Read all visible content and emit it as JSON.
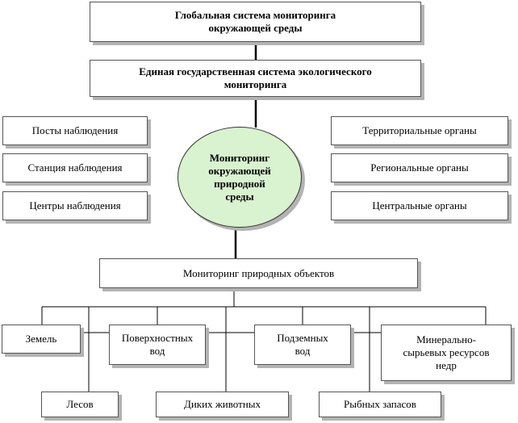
{
  "diagram": {
    "global_system": "Глобальная система мониторинга\nокружающей среды",
    "state_system": "Единая государственная система экологического\nмониторинга",
    "center": "Мониторинг\nокружающей\nприродной\nсреды",
    "left_items": [
      "Посты наблюдения",
      "Станция наблюдения",
      "Центры наблюдения"
    ],
    "right_items": [
      "Территориальные органы",
      "Региональные органы",
      "Центральные органы"
    ],
    "natural_objects": "Мониторинг природных объектов",
    "objects": {
      "land": "Земель",
      "surface_water": "Поверхностных\nвод",
      "ground_water": "Подземных\nвод",
      "mineral": "Минерально-\nсырьевых ресурсов\nнедр",
      "forest": "Лесов",
      "wildlife": "Диких животных",
      "fish": "Рыбных запасов"
    }
  }
}
